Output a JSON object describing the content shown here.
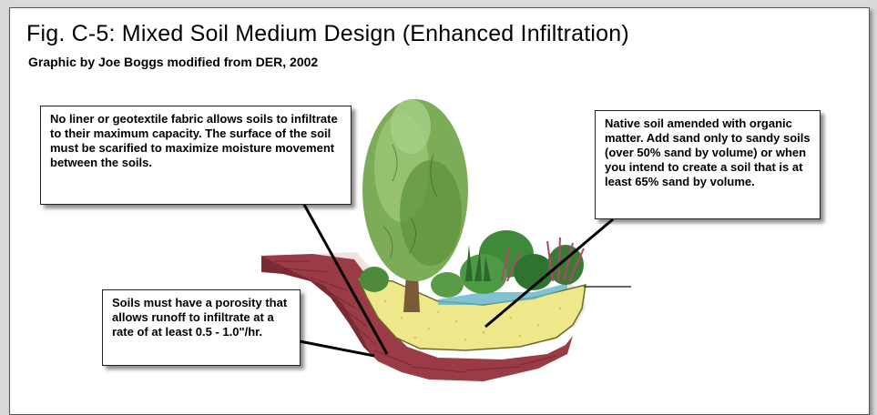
{
  "figure": {
    "title": "Fig. C-5:  Mixed Soil Medium Design (Enhanced Infiltration)",
    "credit": "Graphic by Joe Boggs modified from DER, 2002"
  },
  "callouts": {
    "liner": "No liner or geotextile fabric allows soils to infiltrate to their maximum capacity.  The surface of the soil must be scarified to maximize moisture movement between the soils.",
    "native": "Native soil amended with organic matter.  Add sand only to sandy soils (over 50% sand by volume) or when you intend to create a soil that is at least 65% sand by volume.",
    "porosity": "Soils must have a porosity that allows runoff to infiltrate at a rate of at least 0.5 - 1.0\"/hr."
  },
  "colors": {
    "soil_medium": "#efe88a",
    "native_soil": "#9b3b45",
    "tree_foliage": "#7cac57",
    "shrub_foliage": "#3f8a3a",
    "flower": "#b0476a",
    "water": "#5eb3c8"
  }
}
